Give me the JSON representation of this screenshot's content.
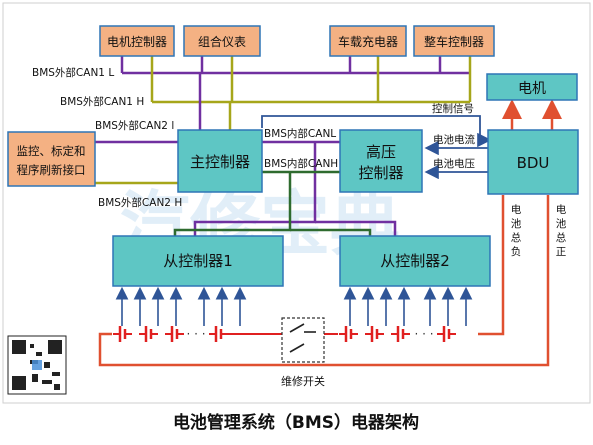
{
  "title": "电池管理系统（BMS）电器架构",
  "top_boxes": [
    "电机控制器",
    "组合仪表",
    "车载充电器",
    "整车控制器"
  ],
  "side_box": [
    "监控、标定和",
    "程序刷新接口"
  ],
  "main_controller": "主控制器",
  "hv_controller": [
    "高压",
    "控制器"
  ],
  "bdu": "BDU",
  "motor": "电机",
  "slave_controllers": [
    "从控制器1",
    "从控制器2"
  ],
  "bus_labels": {
    "can1_l": "BMS外部CAN1 L",
    "can1_h": "BMS外部CAN1 H",
    "can2_l": "BMS外部CAN2 l",
    "can2_h": "BMS外部CAN2 H",
    "int_l": "BMS内部CANL",
    "int_h": "BMS内部CANH"
  },
  "signal_labels": {
    "control": "控制信号",
    "current": "电池电流",
    "voltage": "电池电压"
  },
  "bdu_neg": [
    "电",
    "池",
    "总",
    "负"
  ],
  "bdu_pos": [
    "电",
    "池",
    "总",
    "正"
  ],
  "switch_label": "维修开关",
  "dots": "· · ·",
  "watermark": "汽修宝典",
  "colors": {
    "orange_box": "#f4b183",
    "teal_box": "#5ec6c4",
    "blue_outline": "#2e75b6",
    "can_l": "#7030a0",
    "can_h": "#a6a61a",
    "can_int": "#2e6b2e",
    "red_wire": "#e05030",
    "cell_red": "#e02020",
    "arrow_blue": "#2f5597"
  }
}
